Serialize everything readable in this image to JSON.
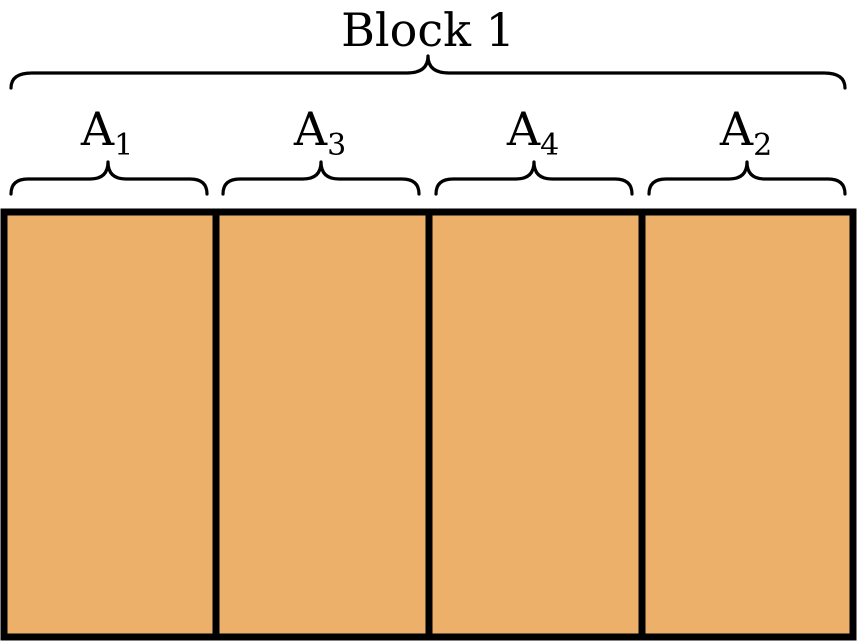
{
  "block": {
    "label": "Block 1",
    "fill_color": "#EDB06B",
    "border_color": "#000000"
  },
  "segments": [
    {
      "letter": "A",
      "index": "1"
    },
    {
      "letter": "A",
      "index": "3"
    },
    {
      "letter": "A",
      "index": "4"
    },
    {
      "letter": "A",
      "index": "2"
    }
  ]
}
